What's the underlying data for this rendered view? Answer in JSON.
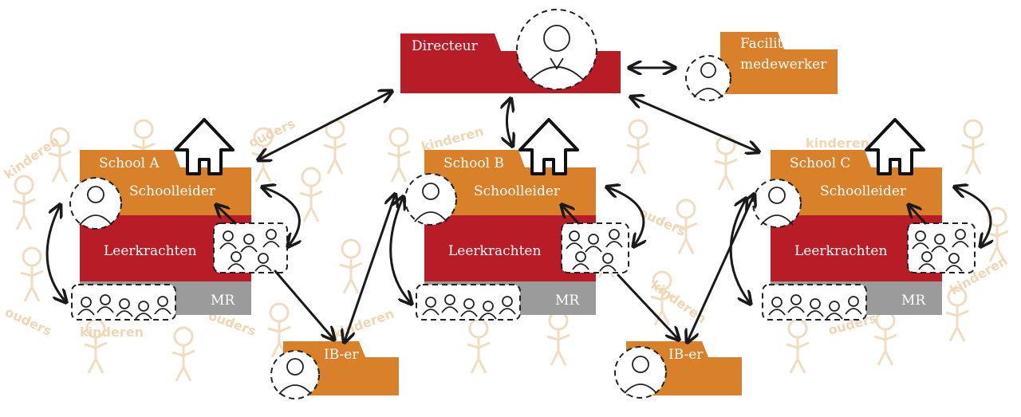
{
  "colors": {
    "red": "#b81c26",
    "orange": "#d9802a",
    "gray": "#9b9b9b",
    "background_figures": "#efd6b4"
  },
  "directeur": {
    "label": "Directeur"
  },
  "facilitair": {
    "line1": "Facilitair",
    "line2": "medewerker"
  },
  "schools": [
    {
      "name": "School A",
      "leader": "Schoolleider",
      "teachers": "Leerkrachten",
      "council": "MR"
    },
    {
      "name": "School B",
      "leader": "Schoolleider",
      "teachers": "Leerkrachten",
      "council": "MR"
    },
    {
      "name": "School C",
      "leader": "Schoolleider",
      "teachers": "Leerkrachten",
      "council": "MR"
    }
  ],
  "ib": [
    {
      "label": "IB-er"
    },
    {
      "label": "IB-er"
    }
  ],
  "background_words": {
    "children": "kinderen",
    "parents": "ouders"
  }
}
